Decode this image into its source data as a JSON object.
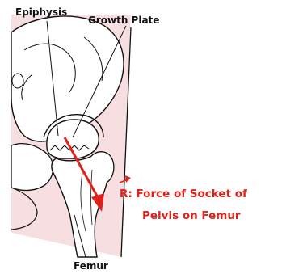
{
  "labels": {
    "epiphysis": "Epiphysis",
    "growth_plate": "Growth Plate",
    "femur": "Femur",
    "force_line1": "R: Force of Socket of",
    "force_line2": "Pelvis on Femur"
  },
  "colors": {
    "background_pink": "#f7dfe1",
    "bone_fill": "#ffffff",
    "ink": "#111111",
    "force_red": "#e0211b"
  }
}
